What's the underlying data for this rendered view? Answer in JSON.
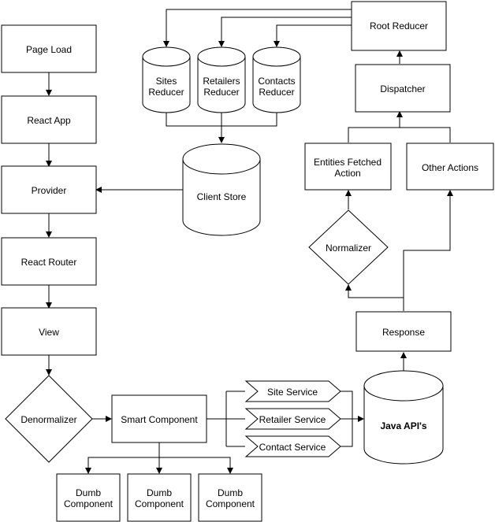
{
  "nodes": {
    "page_load": "Page Load",
    "react_app": "React App",
    "provider": "Provider",
    "react_router": "React Router",
    "view": "View",
    "denormalizer": "Denormalizer",
    "smart_component": "Smart Component",
    "dumb_component": [
      "Dumb",
      "Component"
    ],
    "sites_reducer": [
      "Sites",
      "Reducer"
    ],
    "retailers_reducer": [
      "Retailers",
      "Reducer"
    ],
    "contacts_reducer": [
      "Contacts",
      "Reducer"
    ],
    "client_store": "Client Store",
    "root_reducer": "Root Reducer",
    "dispatcher": "Dispatcher",
    "entities_fetched_action": [
      "Entities Fetched",
      "Action"
    ],
    "other_actions": "Other Actions",
    "normalizer": "Normalizer",
    "response": "Response",
    "site_service": "Site Service",
    "retailer_service": "Retailer Service",
    "contact_service": "Contact Service",
    "java_apis": "Java API's"
  }
}
